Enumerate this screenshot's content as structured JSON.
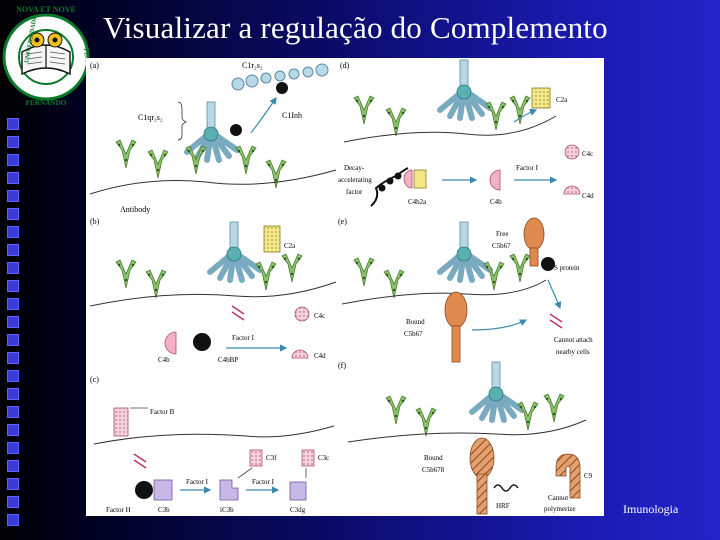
{
  "slide": {
    "title": "Visualizar a regulação do Complemento",
    "footer": "Imunologia"
  },
  "logo": {
    "top_text": "NOVA ET NOVE",
    "left_text": "UNIVERSIDADE",
    "bottom_text": "FERNANDO",
    "right_text": "PESSOA"
  },
  "figure": {
    "panel_a": "(a)",
    "panel_b": "(b)",
    "panel_c": "(c)",
    "panel_d": "(d)",
    "panel_e": "(e)",
    "panel_f": "(f)",
    "c1r2s2": "C1r₂s₂",
    "c1inh": "C1Inh",
    "c1qr2s2": "C1qr₂s₂",
    "antibody": "Antibody",
    "c2a_d": "C2a",
    "decay_1": "Decay-",
    "decay_2": "accelerating",
    "decay_3": "factor",
    "c4b2a": "C4b2a",
    "c4b_d": "C4b",
    "factor_i_d": "Factor I",
    "c4c_d": "C4c",
    "c4d_d": "C4d",
    "c2a_b": "C2a",
    "factor_i_b": "Factor I",
    "c4c_b": "C4c",
    "c4d_b": "C4d",
    "c4b_b": "C4b",
    "c4bbp": "C4bBP",
    "free_1": "Free",
    "free_2": "C5b67",
    "s_protein": "S protein",
    "bound_1": "Bound",
    "bound_2": "C5b67",
    "cannot_1": "Cannot attach",
    "cannot_2": "nearby cells",
    "factor_b": "Factor B",
    "c3f": "C3f",
    "c3c": "C3c",
    "factor_i_c1": "Factor I",
    "factor_i_c2": "Factor I",
    "factor_h": "Factor H",
    "c3b": "C3b",
    "ic3b": "iC3b",
    "c3dg": "C3dg",
    "bound678_1": "Bound",
    "bound678_2": "C5b678",
    "hrf": "HRF",
    "c9": "C9",
    "cannot_poly_1": "Cannot",
    "cannot_poly_2": "polymerize"
  }
}
